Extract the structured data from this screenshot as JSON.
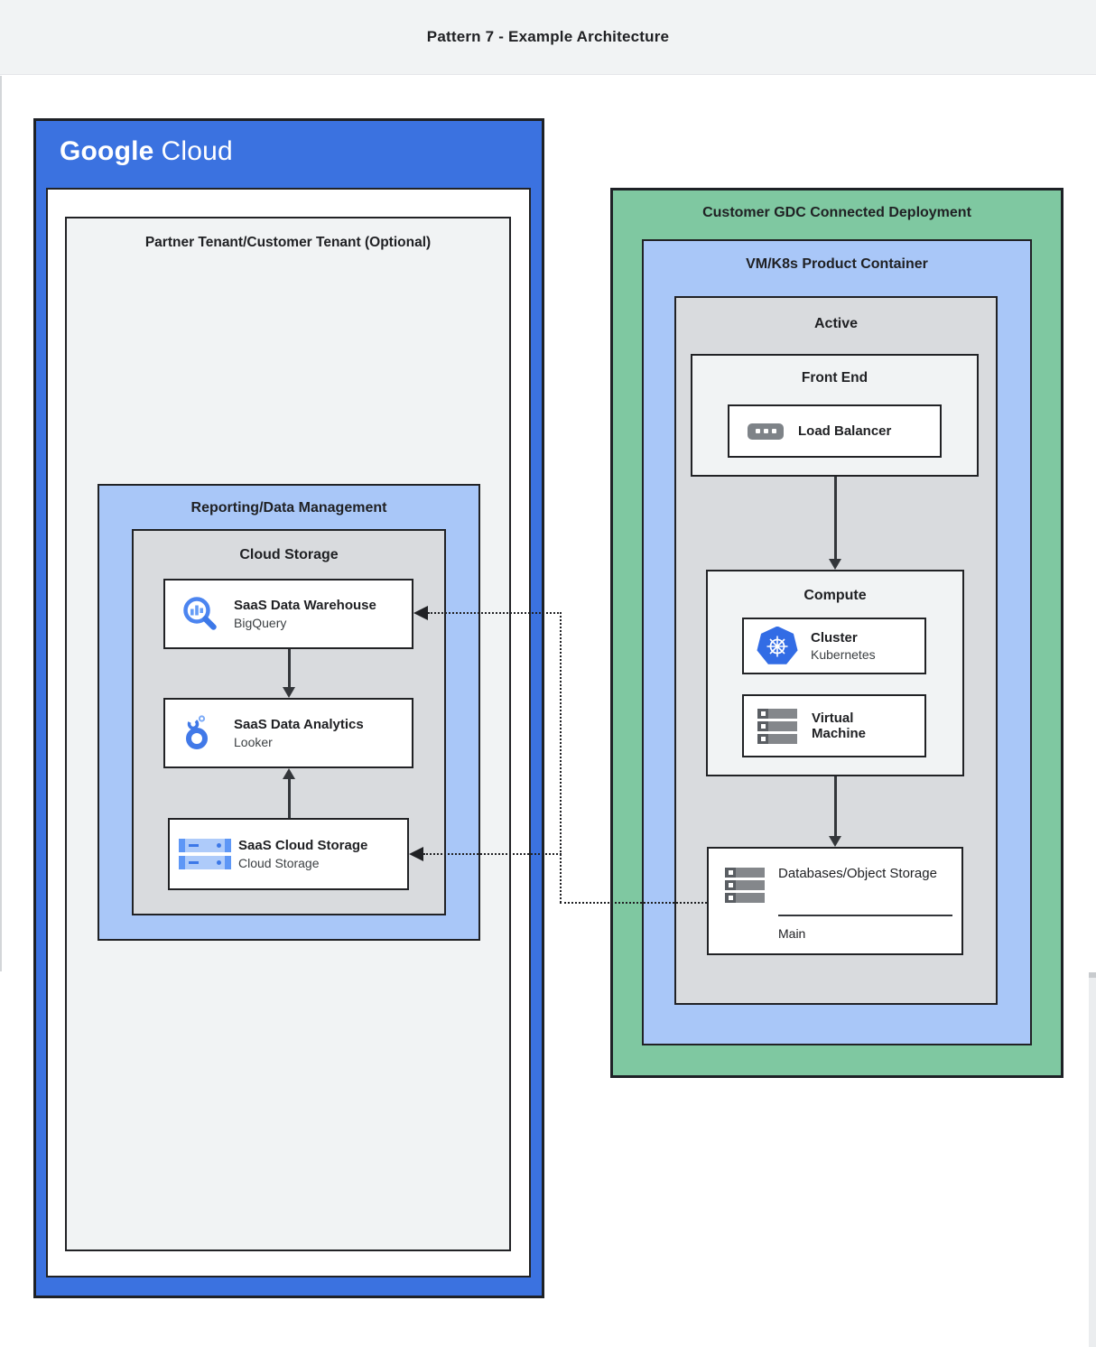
{
  "header": {
    "title": "Pattern 7 - Example Architecture"
  },
  "google_cloud": {
    "logo_google": "Google",
    "logo_cloud": "Cloud",
    "partner_tenant_title": "Partner Tenant/Customer Tenant (Optional)",
    "reporting_title": "Reporting/Data Management",
    "cloud_storage_title": "Cloud Storage",
    "warehouse_card": {
      "title": "SaaS Data Warehouse",
      "subtitle": "BigQuery",
      "icon": "bigquery-icon"
    },
    "analytics_card": {
      "title": "SaaS Data Analytics",
      "subtitle": "Looker",
      "icon": "looker-icon"
    },
    "storage_card": {
      "title": "SaaS Cloud Storage",
      "subtitle": "Cloud Storage",
      "icon": "cloud-storage-icon"
    }
  },
  "gdc": {
    "title": "Customer GDC Connected Deployment",
    "vmk8s_title": "VM/K8s Product Container",
    "active_title": "Active",
    "front_end_title": "Front End",
    "load_balancer_card": {
      "title": "Load Balancer",
      "icon": "load-balancer-icon"
    },
    "compute_title": "Compute",
    "cluster_card": {
      "title": "Cluster",
      "subtitle": "Kubernetes",
      "icon": "kubernetes-icon"
    },
    "vm_card": {
      "title": "Virtual Machine",
      "icon": "virtual-machine-icon"
    },
    "databases_card": {
      "title": "Databases/Object Storage",
      "label": "Main",
      "icon": "databases-icon"
    }
  },
  "colors": {
    "google_blue": "#3B72E0",
    "light_blue": "#A9C7F8",
    "green": "#7FC8A1",
    "gray_panel": "#D9DBDE",
    "light_panel": "#F1F3F4",
    "border_dark": "#212225",
    "kubernetes_blue": "#326CE5"
  }
}
